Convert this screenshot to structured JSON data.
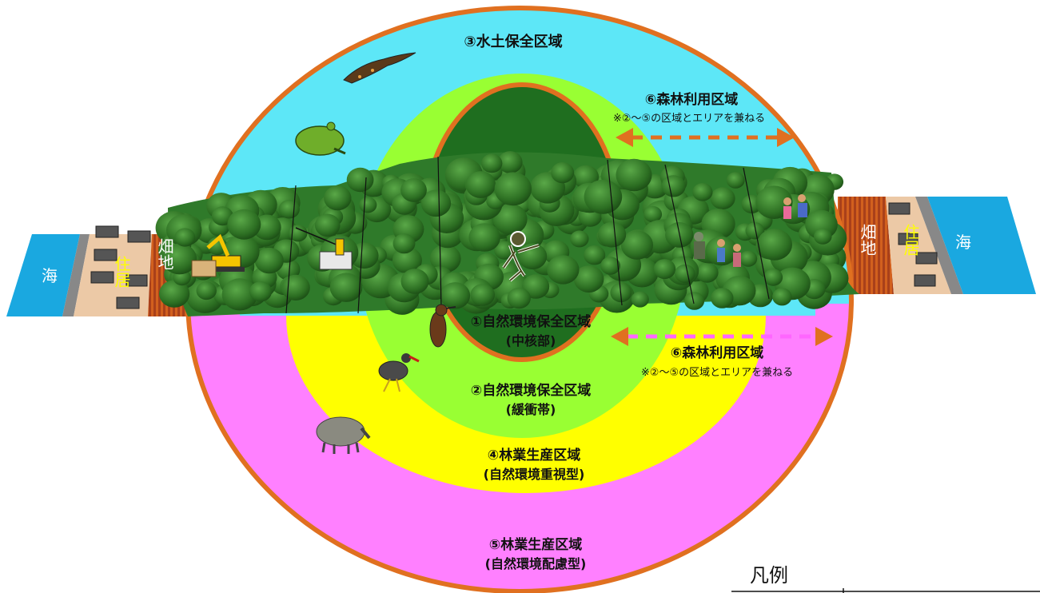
{
  "zones": {
    "z3": "③水土保全区域",
    "z1": "①自然環境保全区域",
    "z1_sub": "(中核部)",
    "z2": "②自然環境保全区域",
    "z2_sub": "(緩衝帯)",
    "z4": "④林業生産区域",
    "z4_sub": "(自然環境重視型)",
    "z5": "⑤林業生産区域",
    "z5_sub": "(自然環境配慮型)"
  },
  "forest_use": {
    "upper_title": "⑥森林利用区域",
    "upper_note": "※②～⑤の区域とエリアを兼ねる",
    "lower_title": "⑥森林利用区域",
    "lower_note": "※②～⑤の区域とエリアを兼ねる"
  },
  "left_side": {
    "sea": "海",
    "housing": "住居",
    "field": "畑地"
  },
  "right_side": {
    "sea": "海",
    "housing": "住居",
    "field": "畑地"
  },
  "legend": {
    "title": "凡例"
  },
  "colors": {
    "zone3": "#5de7f7",
    "zone2": "#99ff33",
    "zone1": "#1f6e1f",
    "zone4": "#ffff00",
    "zone5": "#ff80ff",
    "ring_border": "#e07020",
    "forest": "#2f7a2a",
    "sea": "#1aa8e0",
    "field": "#c8561e",
    "housing_text": "#ffff00"
  },
  "icons": [
    "newt-icon",
    "frog-icon",
    "excavator-icon",
    "cable-yarder-icon",
    "monkey-icon",
    "hikers-icon",
    "woodpecker-icon",
    "rail-bird-icon",
    "wild-boar-icon",
    "house-icon"
  ]
}
